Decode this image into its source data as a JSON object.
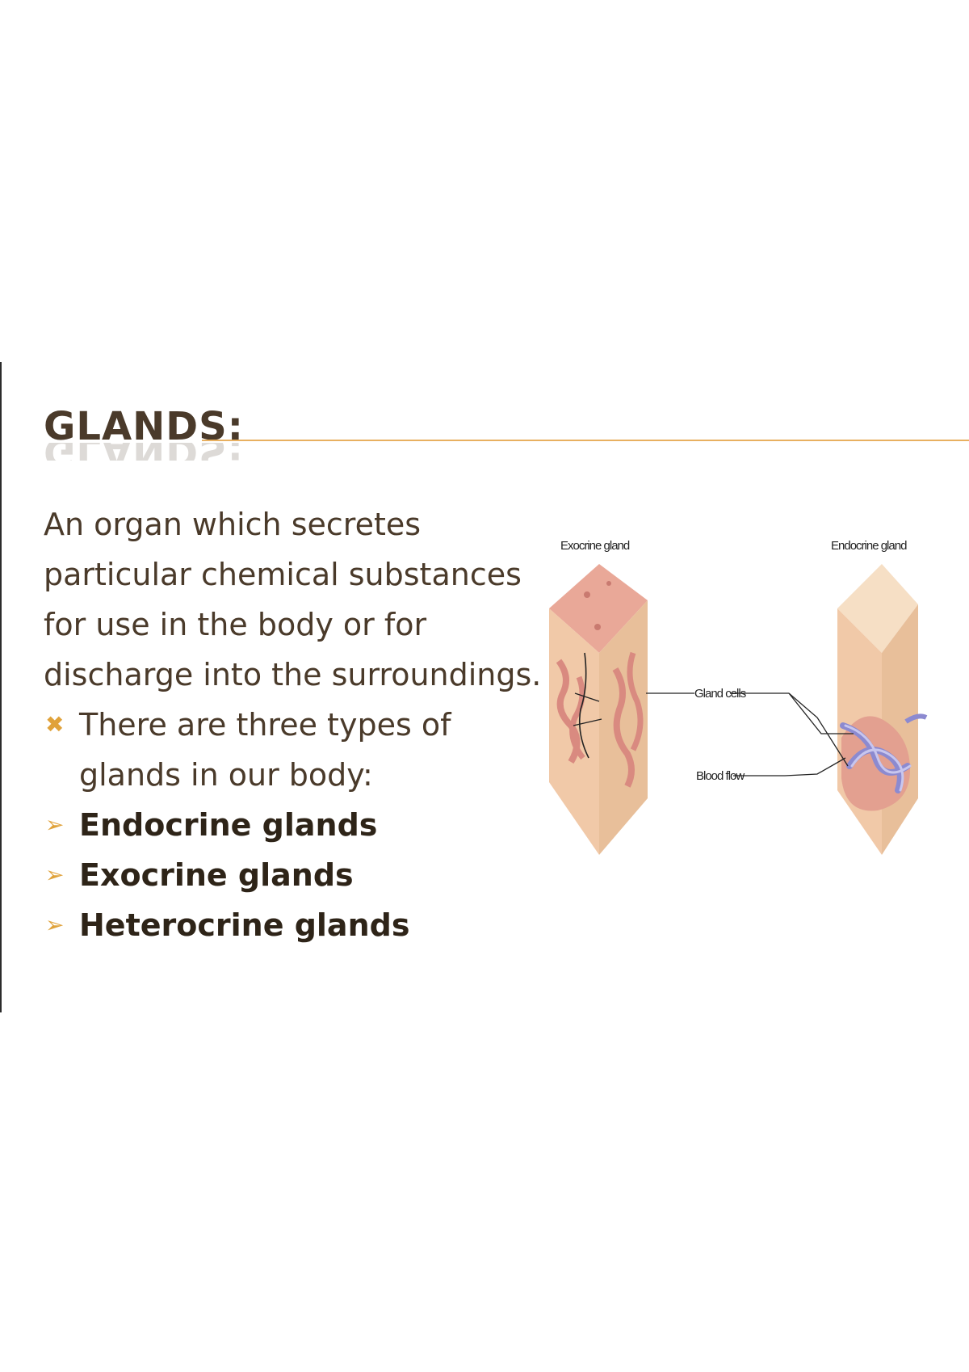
{
  "slide": {
    "title": "GLANDS:",
    "definition": "An organ which secretes particular chemical substances for use in the body or for discharge into the surroundings.",
    "intro_bullet": "There are three types of glands in our body:",
    "types": [
      "Endocrine glands",
      "Exocrine glands",
      "Heterocrine glands"
    ]
  },
  "diagram": {
    "exocrine_label": "Exocrine gland",
    "endocrine_label": "Endocrine gland",
    "gland_cells_label": "Gland cells",
    "blood_flow_label": "Blood flow"
  },
  "colors": {
    "title": "#4a3a2a",
    "accent": "#e0a23a",
    "rule": "#e8b060"
  }
}
